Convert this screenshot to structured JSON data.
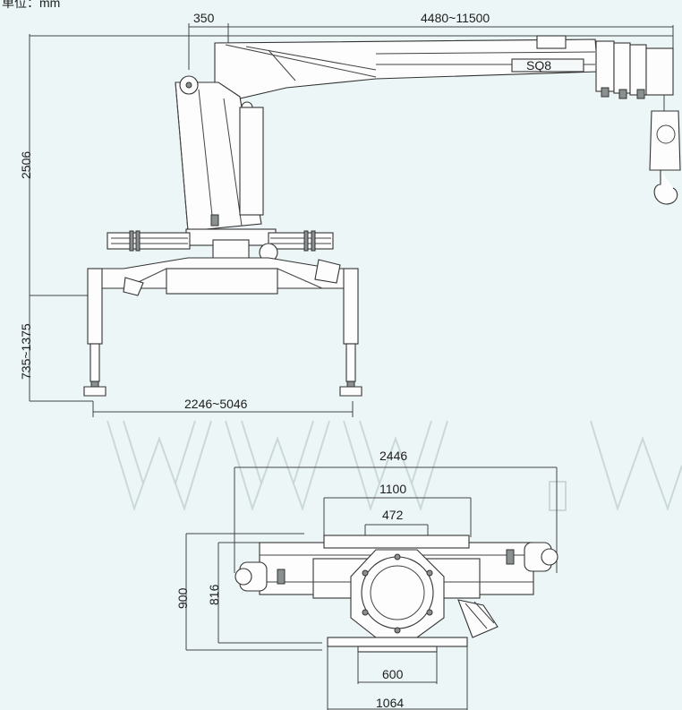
{
  "unit_label": "单位：mm",
  "model_label": "SQ8",
  "watermark_text": "WWW.W",
  "dimensions": {
    "base_offset": "350",
    "boom_reach": "4480~11500",
    "height": "2506",
    "leg_height": "735~1375",
    "outrigger_span": "2246~5046",
    "plan_total_width": "2446",
    "plan_frame_width": "1100",
    "plan_inner_width": "472",
    "plan_depth_outer": "900",
    "plan_depth_inner": "816",
    "plan_base_inner": "600",
    "plan_base_outer": "1064"
  },
  "colors": {
    "background": "#ecf6f6",
    "line": "#333333",
    "watermark": "#c7d5d5"
  }
}
